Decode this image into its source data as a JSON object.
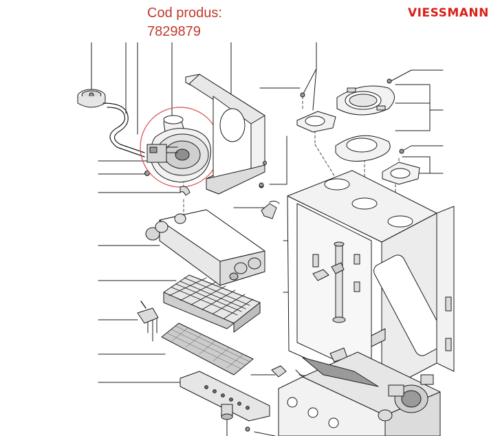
{
  "caption": {
    "line1": "Cod produs:",
    "line2": "7829879"
  },
  "brand": {
    "logo_text": "VIESSMANN",
    "color": "#d91e18"
  },
  "highlight": {
    "color": "#d94a4a",
    "target": "fan-assembly"
  },
  "colors": {
    "caption": "#c0392b",
    "line": "#1a1a1a",
    "fill_light": "#f2f2f2",
    "fill_mid": "#dcdcdc",
    "fill_dark": "#9a9a9a"
  },
  "icons": [
    "viessmann-logo"
  ]
}
